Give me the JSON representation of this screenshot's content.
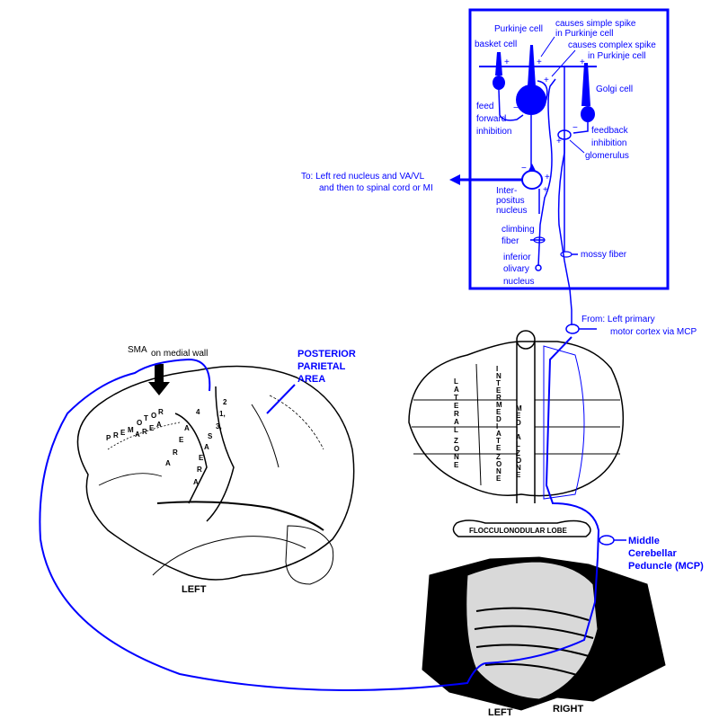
{
  "colors": {
    "accent": "#0000ff",
    "ink": "#000000",
    "background": "#ffffff"
  },
  "circuit": {
    "purkinje_cell": "Purkinje cell",
    "simple_spike_1": "causes simple spike",
    "simple_spike_2": "in Purkinje cell",
    "complex_spike_1": "causes complex spike",
    "complex_spike_2": "in Purkinje cell",
    "basket_cell": "basket cell",
    "golgi_cell": "Golgi cell",
    "feed_forward_1": "feed",
    "feed_forward_2": "forward",
    "feed_forward_3": "inhibition",
    "feedback_1": "feedback",
    "feedback_2": "inhibition",
    "glomerulus": "glomerulus",
    "interpositus_1": "Inter-",
    "interpositus_2": "positus",
    "interpositus_3": "nucleus",
    "climbing_1": "climbing",
    "climbing_2": "fiber",
    "olivary_1": "inferior",
    "olivary_2": "olivary",
    "olivary_3": "nucleus",
    "mossy_fiber": "mossy fiber",
    "plus": "+",
    "minus": "−"
  },
  "output": {
    "line1": "To:  Left red nucleus and VA/VL",
    "line2": "and then to spinal cord or MI"
  },
  "input": {
    "line1": "From:  Left primary",
    "line2": "motor cortex via MCP"
  },
  "brain": {
    "sma": "SMA",
    "medial_wall": "on medial wall",
    "posterior_1": "POSTERIOR",
    "posterior_2": "PARIETAL",
    "posterior_3": "AREA",
    "premotor_letters": [
      "P",
      "R",
      "E",
      "M",
      "O",
      "T",
      "O",
      "R"
    ],
    "premotor_area": [
      "A",
      "R",
      "E",
      "A"
    ],
    "area4_letters": [
      "A",
      "E",
      "R",
      "A"
    ],
    "area3_letters": [
      "S",
      "A",
      "E",
      "R",
      "A"
    ],
    "num_4": "4",
    "num_2": "2",
    "num_1": "1,",
    "num_3": "3,",
    "side": "LEFT"
  },
  "cerebellum": {
    "lateral_zone": [
      "L",
      "A",
      "T",
      "E",
      "R",
      "A",
      "L",
      " ",
      "Z",
      "O",
      "N",
      "E"
    ],
    "intermediate_zone": [
      "I",
      "N",
      "T",
      "E",
      "R",
      "M",
      "E",
      "D",
      "I",
      "A",
      "T",
      "E",
      " ",
      "Z",
      "O",
      "N",
      "E"
    ],
    "medial_zone": [
      "M",
      "E",
      "D",
      "I",
      "A",
      "L",
      " ",
      "Z",
      "O",
      "N",
      "E"
    ],
    "flocculonodular": "FLOCCULONODULAR LOBE"
  },
  "mcp": {
    "line1": "Middle",
    "line2": "Cerebellar",
    "line3": "Peduncle (MCP)"
  },
  "brainstem": {
    "left": "LEFT",
    "right": "RIGHT"
  }
}
